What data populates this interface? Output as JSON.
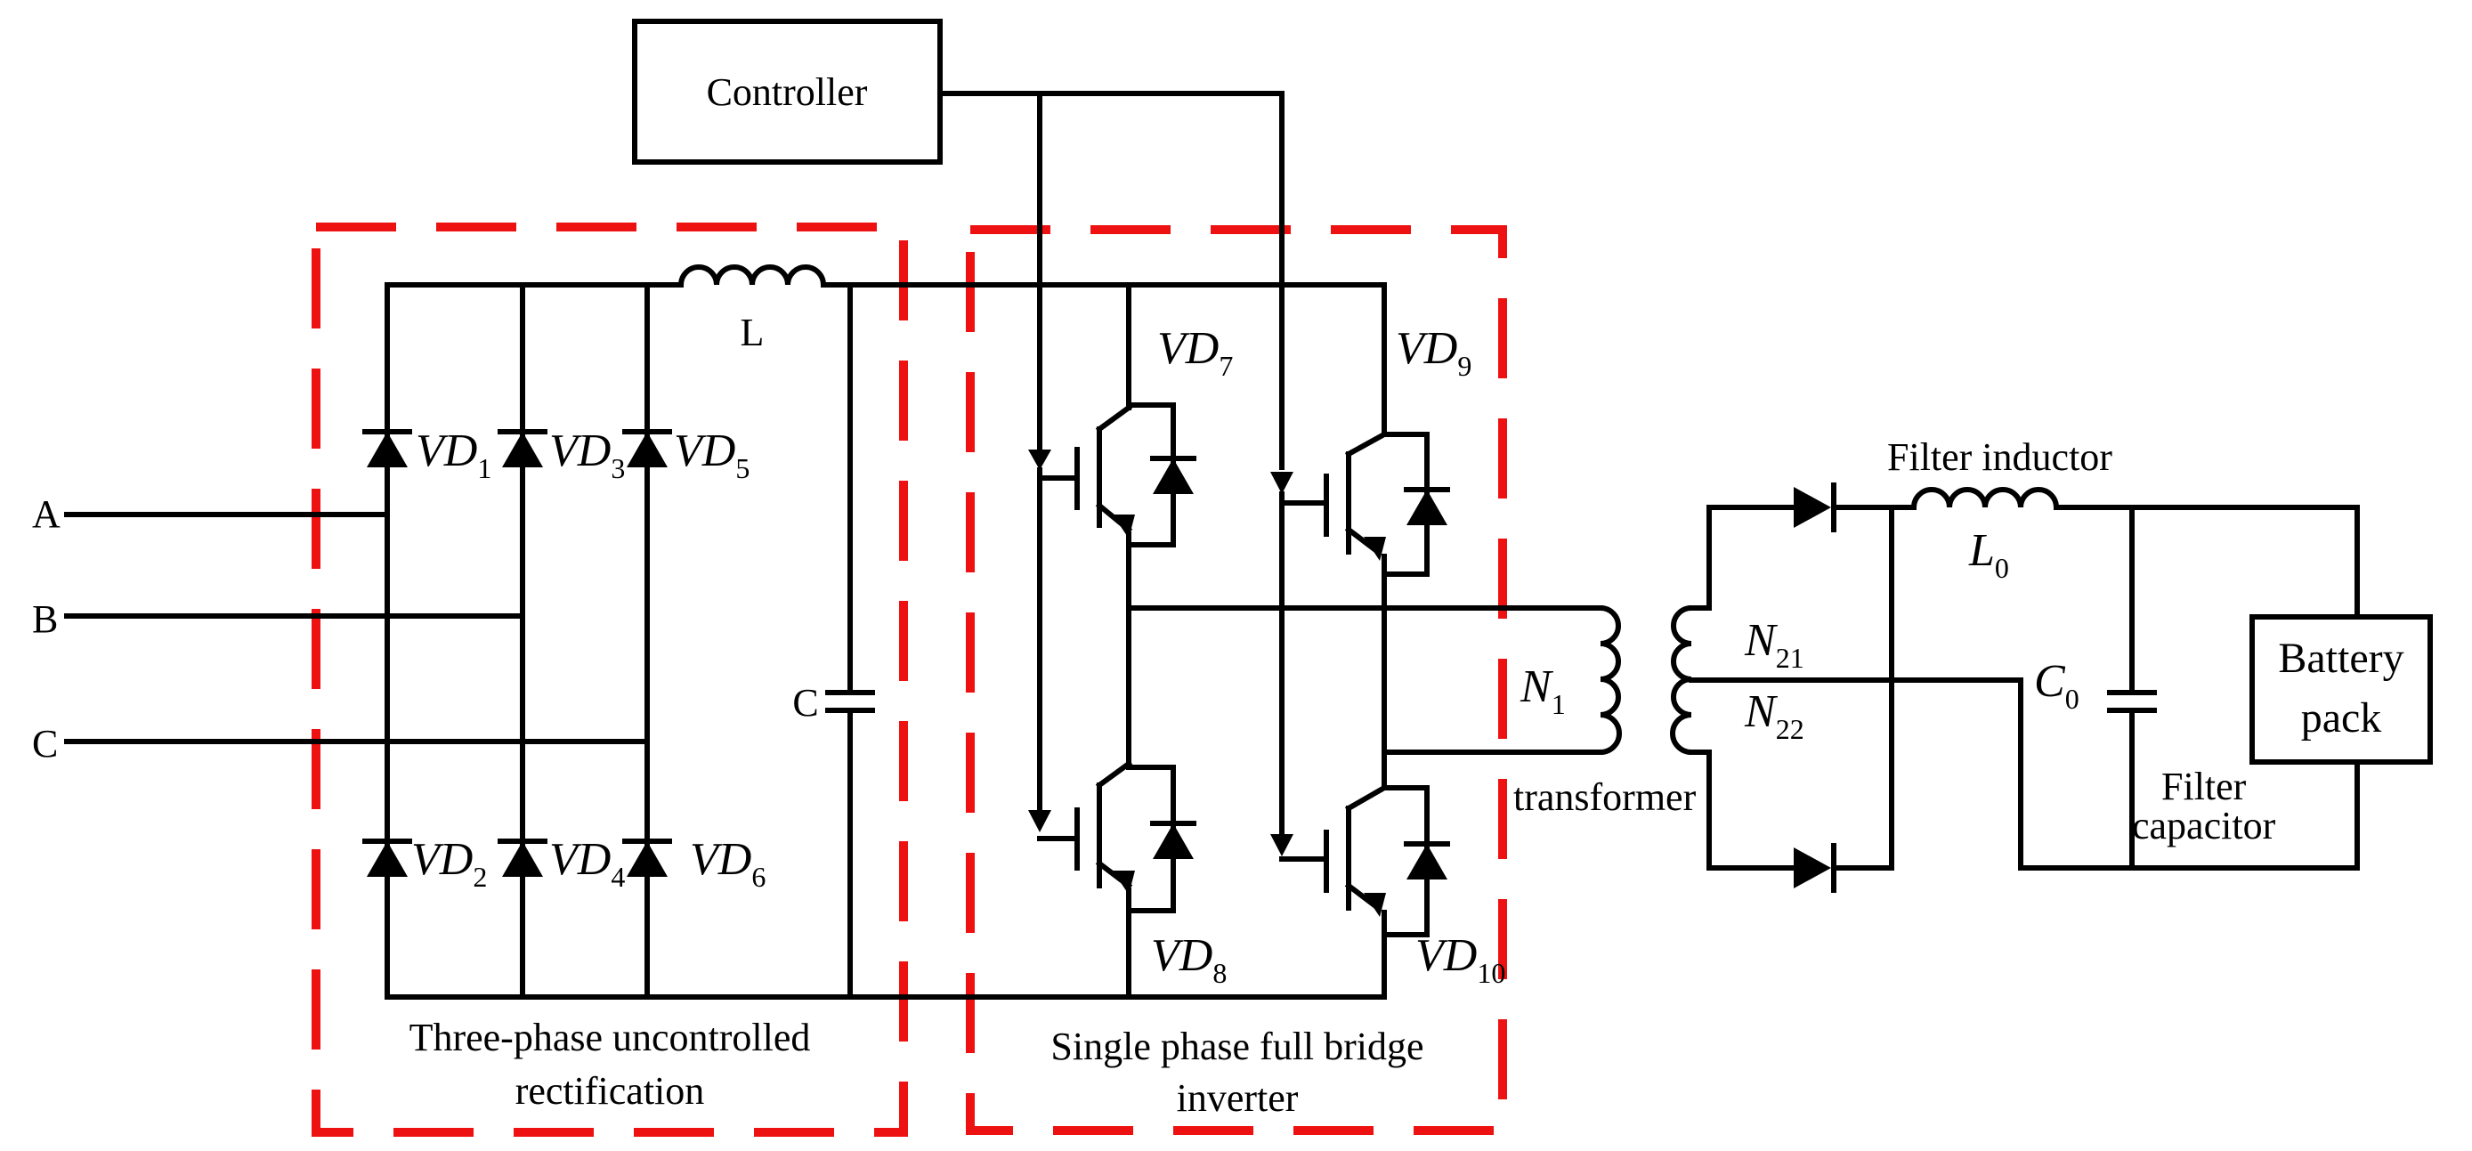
{
  "diagram": {
    "controller": "Controller",
    "phases": [
      "A",
      "B",
      "C"
    ],
    "inductor_dc": "L",
    "capacitor_dc": "C",
    "diodes": {
      "vd1": {
        "base": "VD",
        "sub": "1"
      },
      "vd2": {
        "base": "VD",
        "sub": "2"
      },
      "vd3": {
        "base": "VD",
        "sub": "3"
      },
      "vd4": {
        "base": "VD",
        "sub": "4"
      },
      "vd5": {
        "base": "VD",
        "sub": "5"
      },
      "vd6": {
        "base": "VD",
        "sub": "6"
      },
      "vd7": {
        "base": "VD",
        "sub": "7"
      },
      "vd8": {
        "base": "VD",
        "sub": "8"
      },
      "vd9": {
        "base": "VD",
        "sub": "9"
      },
      "vd10": {
        "base": "VD",
        "sub": "10"
      }
    },
    "rectifier_label": [
      "Three-phase uncontrolled",
      "rectification"
    ],
    "inverter_label": [
      "Single phase full bridge",
      "inverter"
    ],
    "transformer_label": "transformer",
    "n1": {
      "base": "N",
      "sub": "1"
    },
    "n21": {
      "base": "N",
      "sub": "21"
    },
    "n22": {
      "base": "N",
      "sub": "22"
    },
    "filter_inductor": "Filter inductor",
    "l0": {
      "base": "L",
      "sub": "0"
    },
    "c0": {
      "base": "C",
      "sub": "0"
    },
    "filter_capacitor": [
      "Filter",
      "capacitor"
    ],
    "battery": [
      "Battery",
      "pack"
    ],
    "colors": {
      "wire": "#000000",
      "region_border": "#ee1111"
    }
  }
}
